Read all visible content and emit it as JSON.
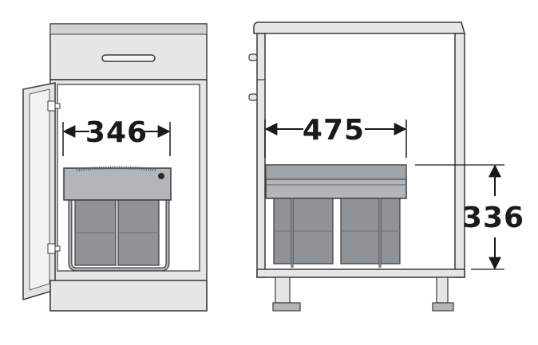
{
  "figure": {
    "front_view": {
      "width_dimension": "346"
    },
    "side_view": {
      "depth_dimension": "475",
      "height_dimension": "336"
    }
  },
  "colors": {
    "cabinet_fill": "#e6e6e6",
    "panel_fill": "#d5d5d5",
    "outline": "#3a3a3a",
    "bin_fill": "#8f9396",
    "frame_fill": "#b3b6b8",
    "dimension_line": "#1a1a1a"
  }
}
